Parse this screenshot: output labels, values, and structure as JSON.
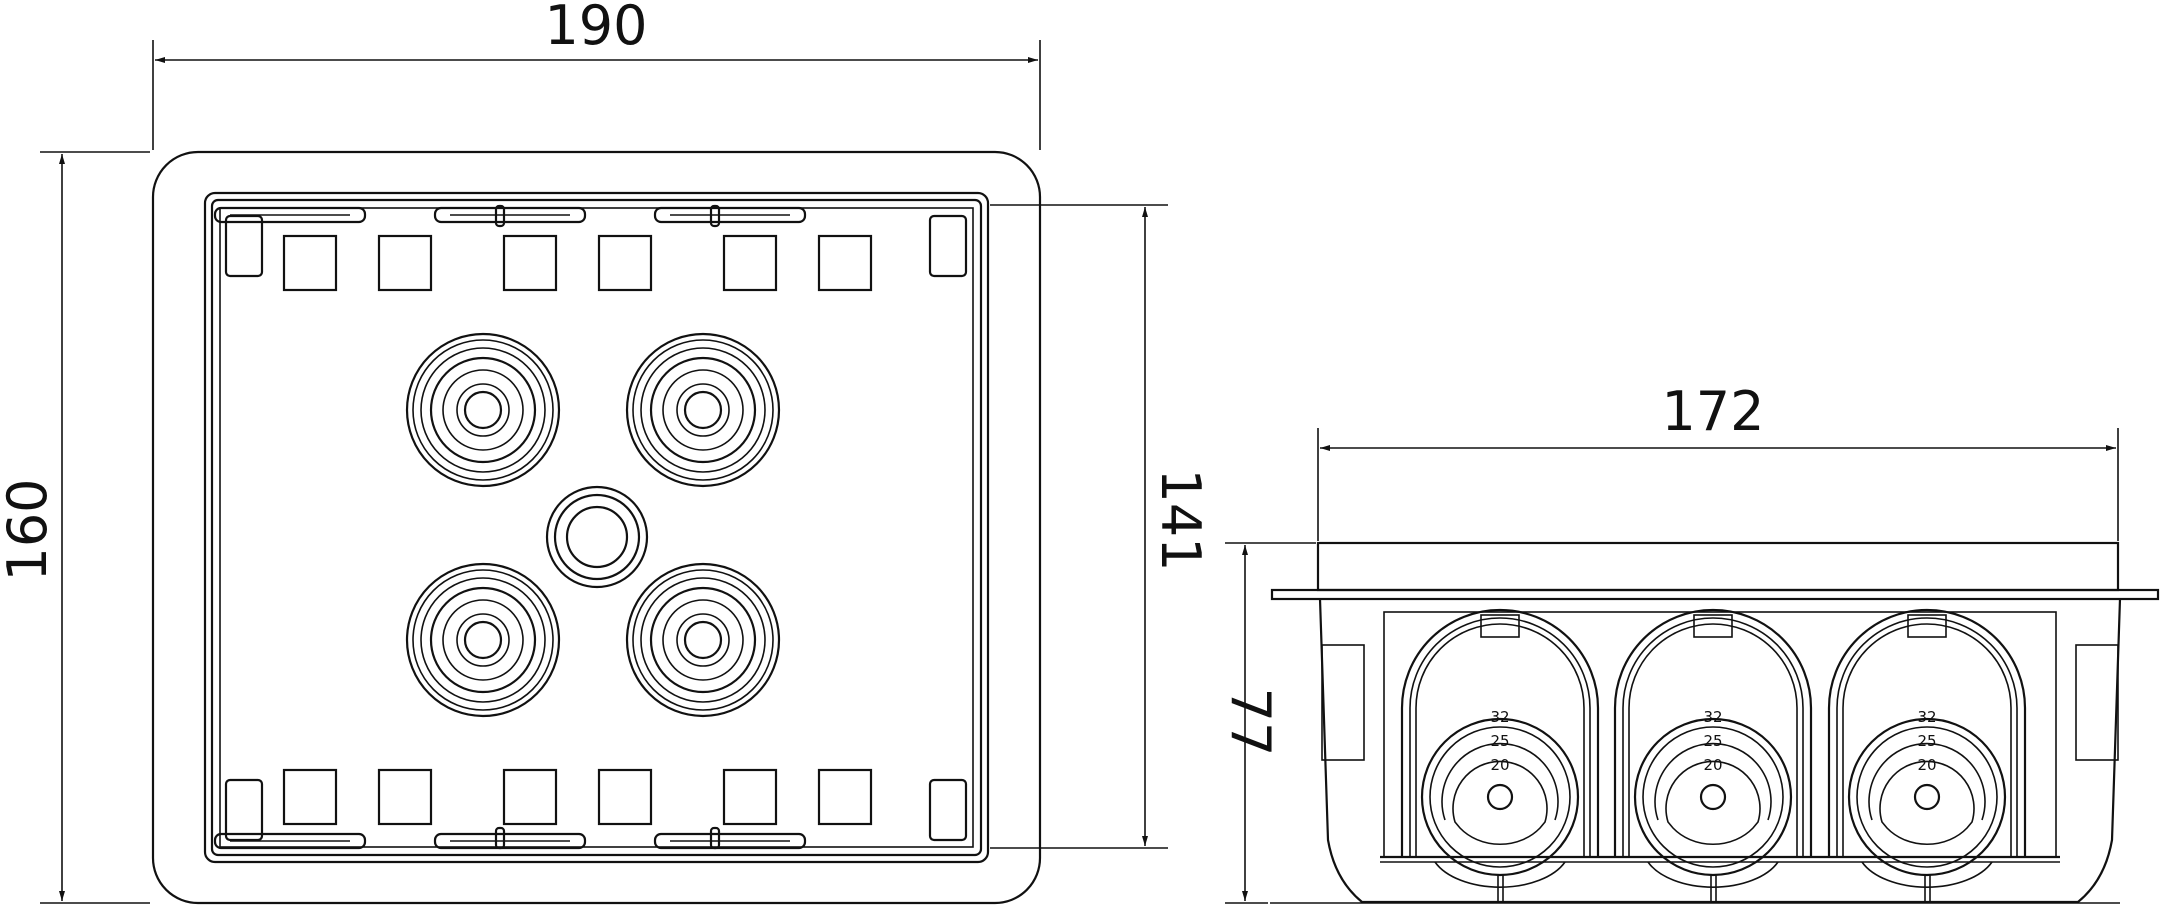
{
  "dimensions": {
    "width_top": "190",
    "height_top": "160",
    "inner_height": "141",
    "width_side": "172",
    "depth_side": "77"
  },
  "grommet_sizes": [
    "32",
    "25",
    "20"
  ],
  "colors": {
    "line": "#111111",
    "background": "#ffffff"
  }
}
